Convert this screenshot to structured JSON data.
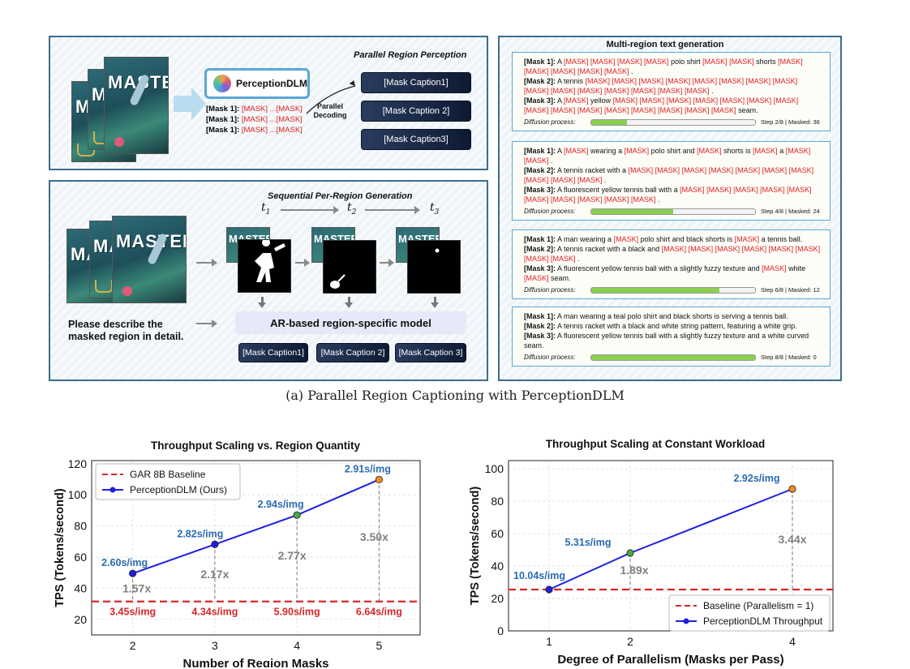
{
  "top": {
    "parallel_title": "Parallel Region Perception",
    "model_name": "PerceptionDLM",
    "mask_lines": [
      {
        "label": "[Mask 1]:",
        "tokens": "[MASK] ...[MASK]"
      },
      {
        "label": "[Mask 1]:",
        "tokens": "[MASK] ...[MASK]"
      },
      {
        "label": "[Mask 1]:",
        "tokens": "[MASK] ...[MASK]"
      }
    ],
    "parallel_decoding_label": "Parallel Decoding",
    "parallel_captions": [
      "[Mask Caption1]",
      "[Mask Caption 2]",
      "[Mask Caption3]"
    ],
    "sequential_title": "Sequential Per-Region Generation",
    "time_labels": [
      "t1",
      "t2",
      "t3"
    ],
    "prompt": [
      "Please describe the",
      "masked region in detail."
    ],
    "ar_model": "AR-based region-specific model",
    "sequential_captions": [
      "[Mask Caption1]",
      "[Mask Caption 2]",
      "[Mask Caption 3]"
    ],
    "frame_text": "MASTERS",
    "caption": "(a) Parallel Region Captioning with PerceptionDLM"
  },
  "multiregion": {
    "title": "Multi-region text generation",
    "diffusion_label": "Diffusion process:",
    "cards": [
      {
        "lines": [
          [
            {
              "t": "[Mask 1]:",
              "s": "b"
            },
            {
              "t": " A "
            },
            {
              "t": "[MASK] [MASK] [MASK] [MASK]",
              "s": "r"
            },
            {
              "t": " polo shirt "
            },
            {
              "t": "[MASK] [MASK]",
              "s": "r"
            },
            {
              "t": " shorts "
            },
            {
              "t": "[MASK] [MASK] [MASK] [MASK] [MASK]",
              "s": "r"
            },
            {
              "t": " ."
            }
          ],
          [
            {
              "t": "[Mask 2]:",
              "s": "b"
            },
            {
              "t": " A tennis "
            },
            {
              "t": "[MASK] [MASK] [MASK] [MASK] [MASK] [MASK] [MASK] [MASK] [MASK] [MASK] [MASK] [MASK] [MASK] [MASK] [MASK]",
              "s": "r"
            },
            {
              "t": " ."
            }
          ],
          [
            {
              "t": "[Mask 3]:",
              "s": "b"
            },
            {
              "t": " A "
            },
            {
              "t": "[MASK]",
              "s": "r"
            },
            {
              "t": " yellow "
            },
            {
              "t": "[MASK] [MASK] [MASK] [MASK] [MASK] [MASK] [MASK] [MASK] [MASK] [MASK] [MASK] [MASK] [MASK] [MASK] [MASK]",
              "s": "r"
            },
            {
              "t": " seam."
            }
          ]
        ],
        "progress": 0.22,
        "status": "Step 2/8 | Masked: 36"
      },
      {
        "lines": [
          [
            {
              "t": "[Mask 1]:",
              "s": "b"
            },
            {
              "t": " A "
            },
            {
              "t": "[MASK]",
              "s": "r"
            },
            {
              "t": " wearing a "
            },
            {
              "t": "[MASK]",
              "s": "r"
            },
            {
              "t": " polo shirt and "
            },
            {
              "t": "[MASK]",
              "s": "r"
            },
            {
              "t": " shorts is "
            },
            {
              "t": "[MASK]",
              "s": "r"
            },
            {
              "t": " a "
            },
            {
              "t": "[MASK] [MASK]",
              "s": "r"
            },
            {
              "t": " ."
            }
          ],
          [
            {
              "t": "[Mask 2]:",
              "s": "b"
            },
            {
              "t": " A tennis racket with a "
            },
            {
              "t": "[MASK] [MASK] [MASK] [MASK] [MASK] [MASK] [MASK] [MASK] [MASK] [MASK]",
              "s": "r"
            },
            {
              "t": " ."
            }
          ],
          [
            {
              "t": "[Mask 3]:",
              "s": "b"
            },
            {
              "t": " A fluorescent yellow tennis ball with a "
            },
            {
              "t": "[MASK] [MASK] [MASK] [MASK] [MASK] [MASK] [MASK] [MASK] [MASK] [MASK]",
              "s": "r"
            },
            {
              "t": " ."
            }
          ]
        ],
        "progress": 0.5,
        "status": "Step 4/8 | Masked: 24"
      },
      {
        "lines": [
          [
            {
              "t": "[Mask 1]:",
              "s": "b"
            },
            {
              "t": " A man wearing a "
            },
            {
              "t": "[MASK]",
              "s": "r"
            },
            {
              "t": " polo shirt and black shorts is "
            },
            {
              "t": "[MASK]",
              "s": "r"
            },
            {
              "t": " a tennis ball."
            }
          ],
          [
            {
              "t": "[Mask 2]:",
              "s": "b"
            },
            {
              "t": " A tennis racket with a black and  "
            },
            {
              "t": "[MASK] [MASK] [MASK] [MASK] [MASK] [MASK] [MASK] [MASK]",
              "s": "r"
            },
            {
              "t": " ."
            }
          ],
          [
            {
              "t": "[Mask 3]:",
              "s": "b"
            },
            {
              "t": " A fluorescent yellow tennis ball with a slightly fuzzy texture and "
            },
            {
              "t": "[MASK]",
              "s": "r"
            },
            {
              "t": " white "
            },
            {
              "t": "[MASK]",
              "s": "r"
            },
            {
              "t": " seam."
            }
          ]
        ],
        "progress": 0.78,
        "status": "Step 6/8 | Masked: 12"
      },
      {
        "lines": [
          [
            {
              "t": "[Mask 1]:",
              "s": "b"
            },
            {
              "t": " A man wearing a teal polo shirt and black shorts is serving a tennis ball."
            }
          ],
          [
            {
              "t": "[Mask 2]:",
              "s": "b"
            },
            {
              "t": " A tennis racket with a black and white string pattern, featuring a white grip."
            }
          ],
          [
            {
              "t": "[Mask 3]:",
              "s": "b"
            },
            {
              "t": " A fluorescent yellow tennis ball with a slightly fuzzy texture and a white curved seam."
            }
          ]
        ],
        "progress": 1.0,
        "status": "Step 8/8 | Masked: 0"
      }
    ]
  },
  "chart_data": [
    {
      "type": "line",
      "title": "Throughput Scaling vs. Region Quantity",
      "xlabel": "Number of Region Masks",
      "ylabel": "TPS (Tokens/second)",
      "x": [
        2,
        3,
        4,
        5
      ],
      "xlim": [
        1.5,
        5.5
      ],
      "ylim": [
        10,
        122
      ],
      "yticks": [
        20,
        40,
        60,
        80,
        100,
        120
      ],
      "baseline": {
        "name": "GAR 8B Baseline",
        "value": 31.5,
        "color": "#d62728"
      },
      "series": [
        {
          "name": "PerceptionDLM (Ours)",
          "values": [
            49.5,
            68.2,
            87.0,
            109.8
          ],
          "color": "#1f1fe0"
        }
      ],
      "marker_colors": [
        "#1f1fe0",
        "#1f1fe0",
        "#4aa84a",
        "#f08a24"
      ],
      "top_labels": [
        "2.60s/img",
        "2.82s/img",
        "2.94s/img",
        "2.91s/img"
      ],
      "speedups": [
        "1.57x",
        "2.17x",
        "2.77x",
        "3.50x"
      ],
      "baseline_labels": [
        "3.45s/img",
        "4.34s/img",
        "5.90s/img",
        "6.64s/img"
      ],
      "legend": "top-left",
      "grid": true
    },
    {
      "type": "line",
      "title": "Throughput Scaling at Constant Workload",
      "xlabel": "Degree of Parallelism (Masks per Pass)",
      "ylabel": "TPS (Tokens/second)",
      "x": [
        1,
        2,
        4
      ],
      "xlim": [
        0.5,
        4.5
      ],
      "ylim": [
        0,
        105
      ],
      "yticks": [
        0,
        20,
        40,
        60,
        80,
        100
      ],
      "baseline": {
        "name": "Baseline (Parallelism = 1)",
        "value": 25.5,
        "color": "#d62728"
      },
      "series": [
        {
          "name": "PerceptionDLM Throughput",
          "values": [
            25.5,
            48.0,
            87.5
          ],
          "color": "#1f1fe0"
        }
      ],
      "marker_colors": [
        "#1f1fe0",
        "#4aa84a",
        "#f08a24"
      ],
      "top_labels": [
        "10.04s/img",
        "5.31s/img",
        "2.92s/img"
      ],
      "speedups": [
        "",
        "1.89x",
        "3.44x"
      ],
      "legend": "bottom-right",
      "grid": true
    }
  ]
}
